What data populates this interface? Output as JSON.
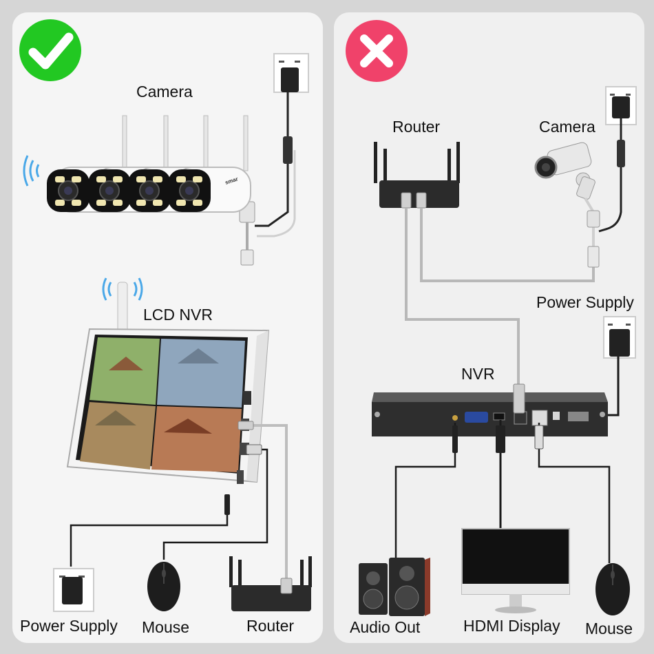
{
  "left": {
    "status": "correct",
    "labels": {
      "camera": "Camera",
      "lcd_nvr": "LCD NVR",
      "power_supply": "Power Supply",
      "mouse": "Mouse",
      "router": "Router"
    },
    "camera_brand": "smar"
  },
  "right": {
    "status": "incorrect",
    "labels": {
      "router": "Router",
      "camera": "Camera",
      "power_supply": "Power Supply",
      "nvr": "NVR",
      "audio_out": "Audio Out",
      "hdmi_display": "HDMI Display",
      "mouse": "Mouse"
    }
  },
  "colors": {
    "check_badge": "#22c822",
    "cross_badge": "#f0426a",
    "panel_bg": "#f5f5f5",
    "page_bg": "#d6d6d6"
  },
  "icons": {
    "check": "check-icon",
    "cross": "cross-icon"
  }
}
